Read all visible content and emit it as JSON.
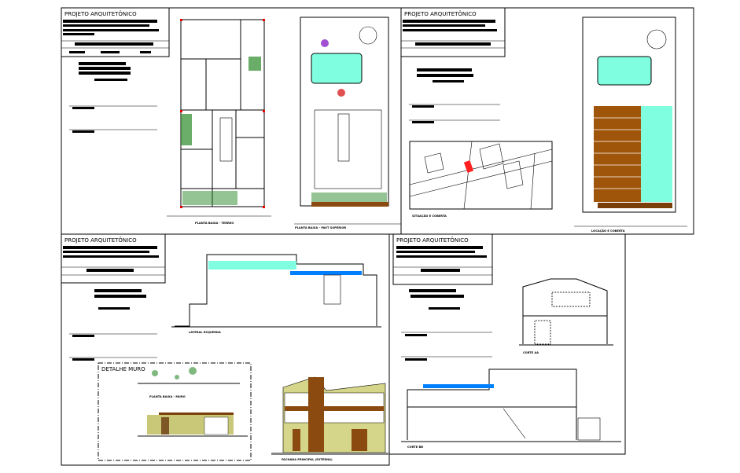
{
  "sheets": [
    {
      "title": "PROJETO ARQUITETÔNICO",
      "drawings": [
        "PLANTA BAIXA - TERREO",
        "PLANTA BAIXA - PAVT SUPERIOR"
      ]
    },
    {
      "title": "PROJETO ARQUITETÔNICO",
      "drawings": [
        "SITUAÇÃO E COBERTA",
        "LOCAÇÃO E COBERTA"
      ]
    },
    {
      "title": "PROJETO ARQUITETÔNICO",
      "drawings": [
        "LATERAL ESQUERDA",
        "DETALHE MURO",
        "PLANTA BAIXA - MURO",
        "FACHADA PRINCIPAL (EXTERNA)"
      ]
    },
    {
      "title": "PROJETO ARQUITETÔNICO",
      "drawings": [
        "CORTE AA",
        "CORTE BB"
      ]
    }
  ],
  "colors": {
    "pool": "#7fffdf",
    "water_line": "#0080ff",
    "wood": "#a0560a",
    "facade": "#c8c878",
    "accent": "#ff0000",
    "vegetation": "#2a8a2a"
  }
}
